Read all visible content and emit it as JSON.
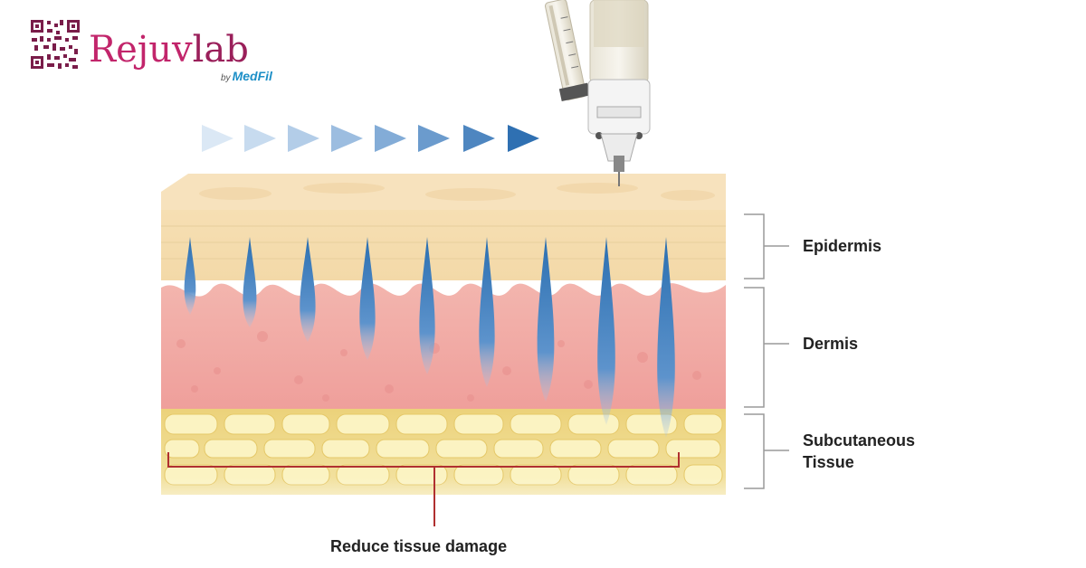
{
  "brand": {
    "name_part1": "Rejuv",
    "name_part2": "lab",
    "by": "by",
    "sub": "MedFil"
  },
  "layers": {
    "epidermis": "Epidermis",
    "dermis": "Dermis",
    "subcutaneous_line1": "Subcutaneous",
    "subcutaneous_line2": "Tissue"
  },
  "caption": "Reduce tissue damage",
  "colors": {
    "brand": "#c2256b",
    "arrow_dark": "#2b6fb0",
    "arrow_light": "#cfe1f3",
    "epidermis": "#f6deb4",
    "dermis": "#f2b3ad",
    "fat": "#f2e28c",
    "bracket_red": "#b03030"
  }
}
